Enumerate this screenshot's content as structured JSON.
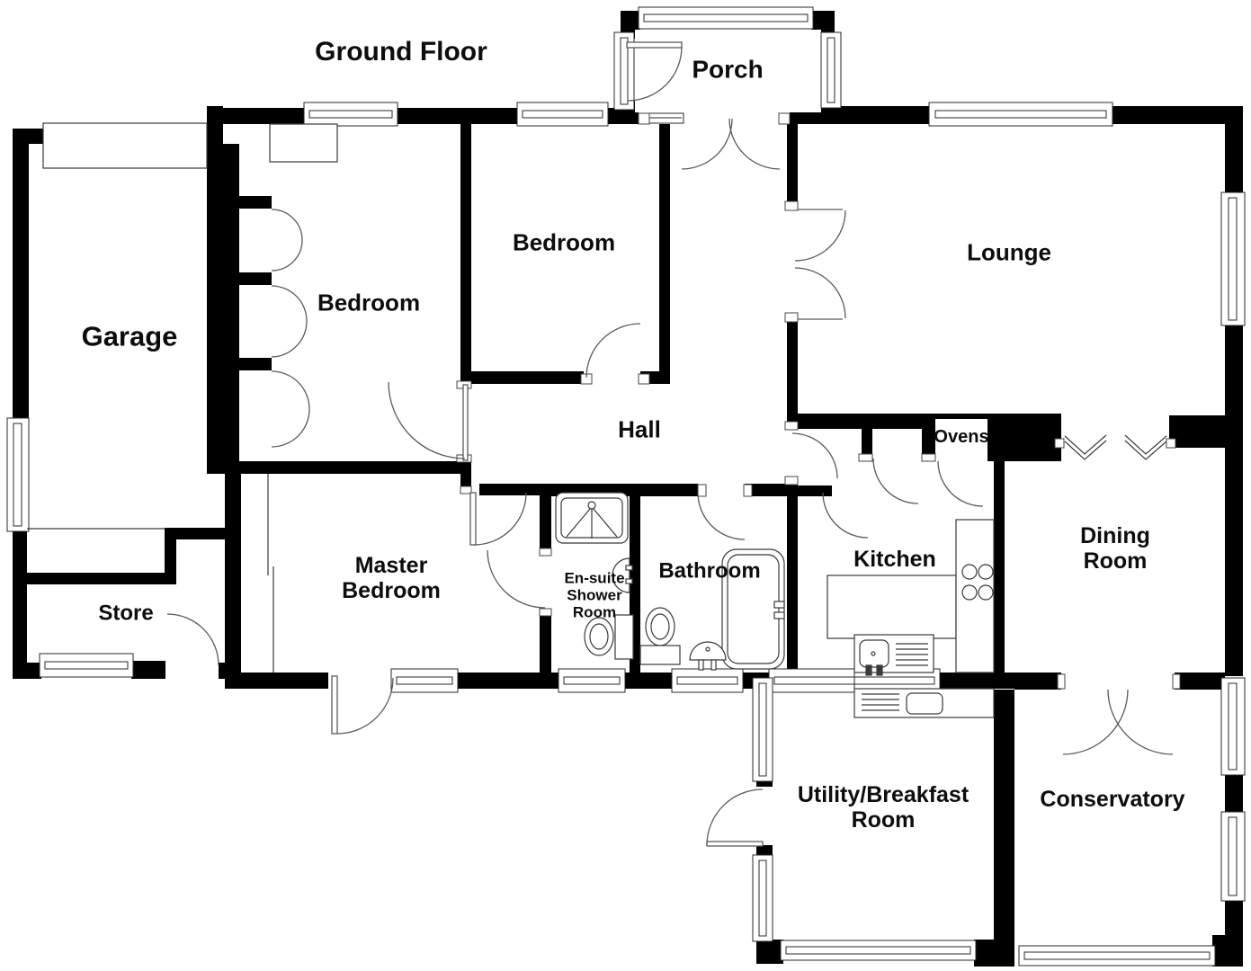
{
  "title": "Ground Floor",
  "labels": {
    "title": "Ground Floor",
    "garage": "Garage",
    "bedroom_left": "Bedroom",
    "bedroom_top": "Bedroom",
    "porch": "Porch",
    "lounge": "Lounge",
    "hall": "Hall",
    "master": "Master Bedroom",
    "store": "Store",
    "ensuite": "En-suite Shower Room",
    "bathroom": "Bathroom",
    "kitchen": "Kitchen",
    "ovens": "Ovens",
    "dining": "Dining Room",
    "utility": "Utility/Breakfast Room",
    "conservatory": "Conservatory"
  },
  "colors": {
    "wall": "#000000",
    "background": "#ffffff",
    "door_arc": "#5a5a5a",
    "fixture_line": "#3a3a3a",
    "text": "#0d0d0d"
  },
  "fixtures": [
    "garage-door",
    "chimney-breast",
    "wardrobe-bifold-doors",
    "sliding-wardrobe-doors",
    "shower-tray",
    "ensuite-basin",
    "ensuite-toilet",
    "bath",
    "bathroom-basin",
    "bathroom-toilet",
    "kitchen-counter",
    "hob",
    "kitchen-sink",
    "utility-sink-unit",
    "ovens-housing"
  ]
}
